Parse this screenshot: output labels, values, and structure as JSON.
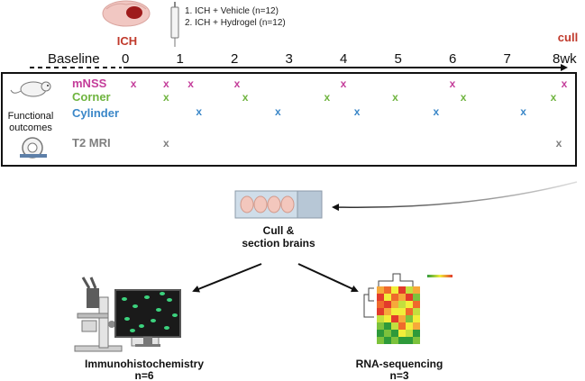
{
  "event": {
    "label": "ICH",
    "end_label": "cull",
    "baseline_label": "Baseline"
  },
  "groups": [
    "1.  ICH + Vehicle (n=12)",
    "2.  ICH + Hydrogel (n=12)"
  ],
  "timeline": {
    "ticks": [
      {
        "label": "0",
        "week": 0
      },
      {
        "label": "1",
        "week": 1
      },
      {
        "label": "2",
        "week": 2
      },
      {
        "label": "3",
        "week": 3
      },
      {
        "label": "4",
        "week": 4
      },
      {
        "label": "5",
        "week": 5
      },
      {
        "label": "6",
        "week": 6
      },
      {
        "label": "7",
        "week": 7
      },
      {
        "label": "8wk",
        "week": 8
      }
    ]
  },
  "outcomes_label": [
    "Functional",
    "outcomes"
  ],
  "rows": [
    {
      "name": "mNSS",
      "color": "#c43d9a",
      "mark": "x",
      "weeks": [
        0.15,
        0.75,
        1.2,
        2.05,
        4.0,
        6.0,
        8.05
      ]
    },
    {
      "name": "Corner",
      "color": "#6fb43f",
      "mark": "x",
      "weeks": [
        0.75,
        2.2,
        3.7,
        4.95,
        6.2,
        7.85
      ]
    },
    {
      "name": "Cylinder",
      "color": "#3b87c8",
      "mark": "x",
      "weeks": [
        1.35,
        2.8,
        4.25,
        5.7,
        7.3
      ]
    },
    {
      "name": "T2 MRI",
      "color": "#7f7f7f",
      "mark": "x",
      "weeks": [
        0.75,
        7.95
      ]
    }
  ],
  "process": {
    "cull_label": [
      "Cull &",
      "section brains"
    ]
  },
  "branches": [
    {
      "title": "Immunohistochemistry",
      "n": "n=6"
    },
    {
      "title": "RNA-sequencing",
      "n": "n=3"
    }
  ],
  "colors": {
    "timeline": "#111111",
    "box": "#111111",
    "ich": "#c0392b"
  }
}
